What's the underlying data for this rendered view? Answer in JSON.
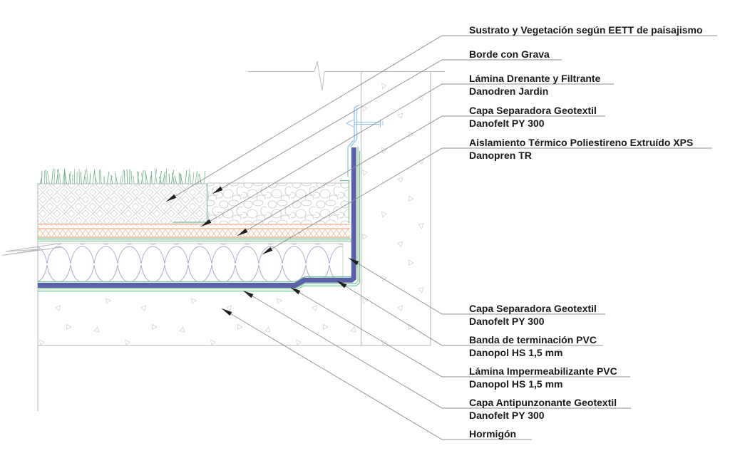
{
  "drawing": {
    "type": "construction-detail-section-green-roof",
    "labels": [
      {
        "line1": "Sustrato y Vegetación según EETT de paisajismo",
        "line2": ""
      },
      {
        "line1": "Borde con Grava",
        "line2": ""
      },
      {
        "line1": "Lámina Drenante y Filtrante",
        "line2": "Danodren Jardin"
      },
      {
        "line1": "Capa Separadora Geotextil",
        "line2": "Danofelt PY 300"
      },
      {
        "line1": "Aislamiento Térmico Poliestireno Extruído XPS",
        "line2": "Danopren TR"
      },
      {
        "line1": "Capa Separadora Geotextil",
        "line2": "Danofelt PY 300"
      },
      {
        "line1": "Banda de terminación PVC",
        "line2": "Danopol HS 1,5 mm"
      },
      {
        "line1": "Lámina Impermeabilizante PVC",
        "line2": "Danopol HS 1,5 mm"
      },
      {
        "line1": "Capa Antipunzonante Geotextil",
        "line2": "Danofelt PY 300"
      },
      {
        "line1": "Hormigón",
        "line2": ""
      }
    ],
    "colors": {
      "membrane_blue": "#5a61a8",
      "geotextile_green": "#77c59b",
      "geotextile_fill": "#ddefe3",
      "drainage_orange": "#e49a6f",
      "drainage_hatch": "#f0c09c",
      "grass_green": "#6aab86",
      "insulation_outline": "#a9aed2",
      "profile_light_blue": "#9fc5e8",
      "hatch_gray": "#cfcfcf",
      "line_gray": "#b3b3b3",
      "leader_gray": "#8f8f8f",
      "arrow_black": "#1f1f1f",
      "text_color": "#1a1a1a"
    }
  }
}
